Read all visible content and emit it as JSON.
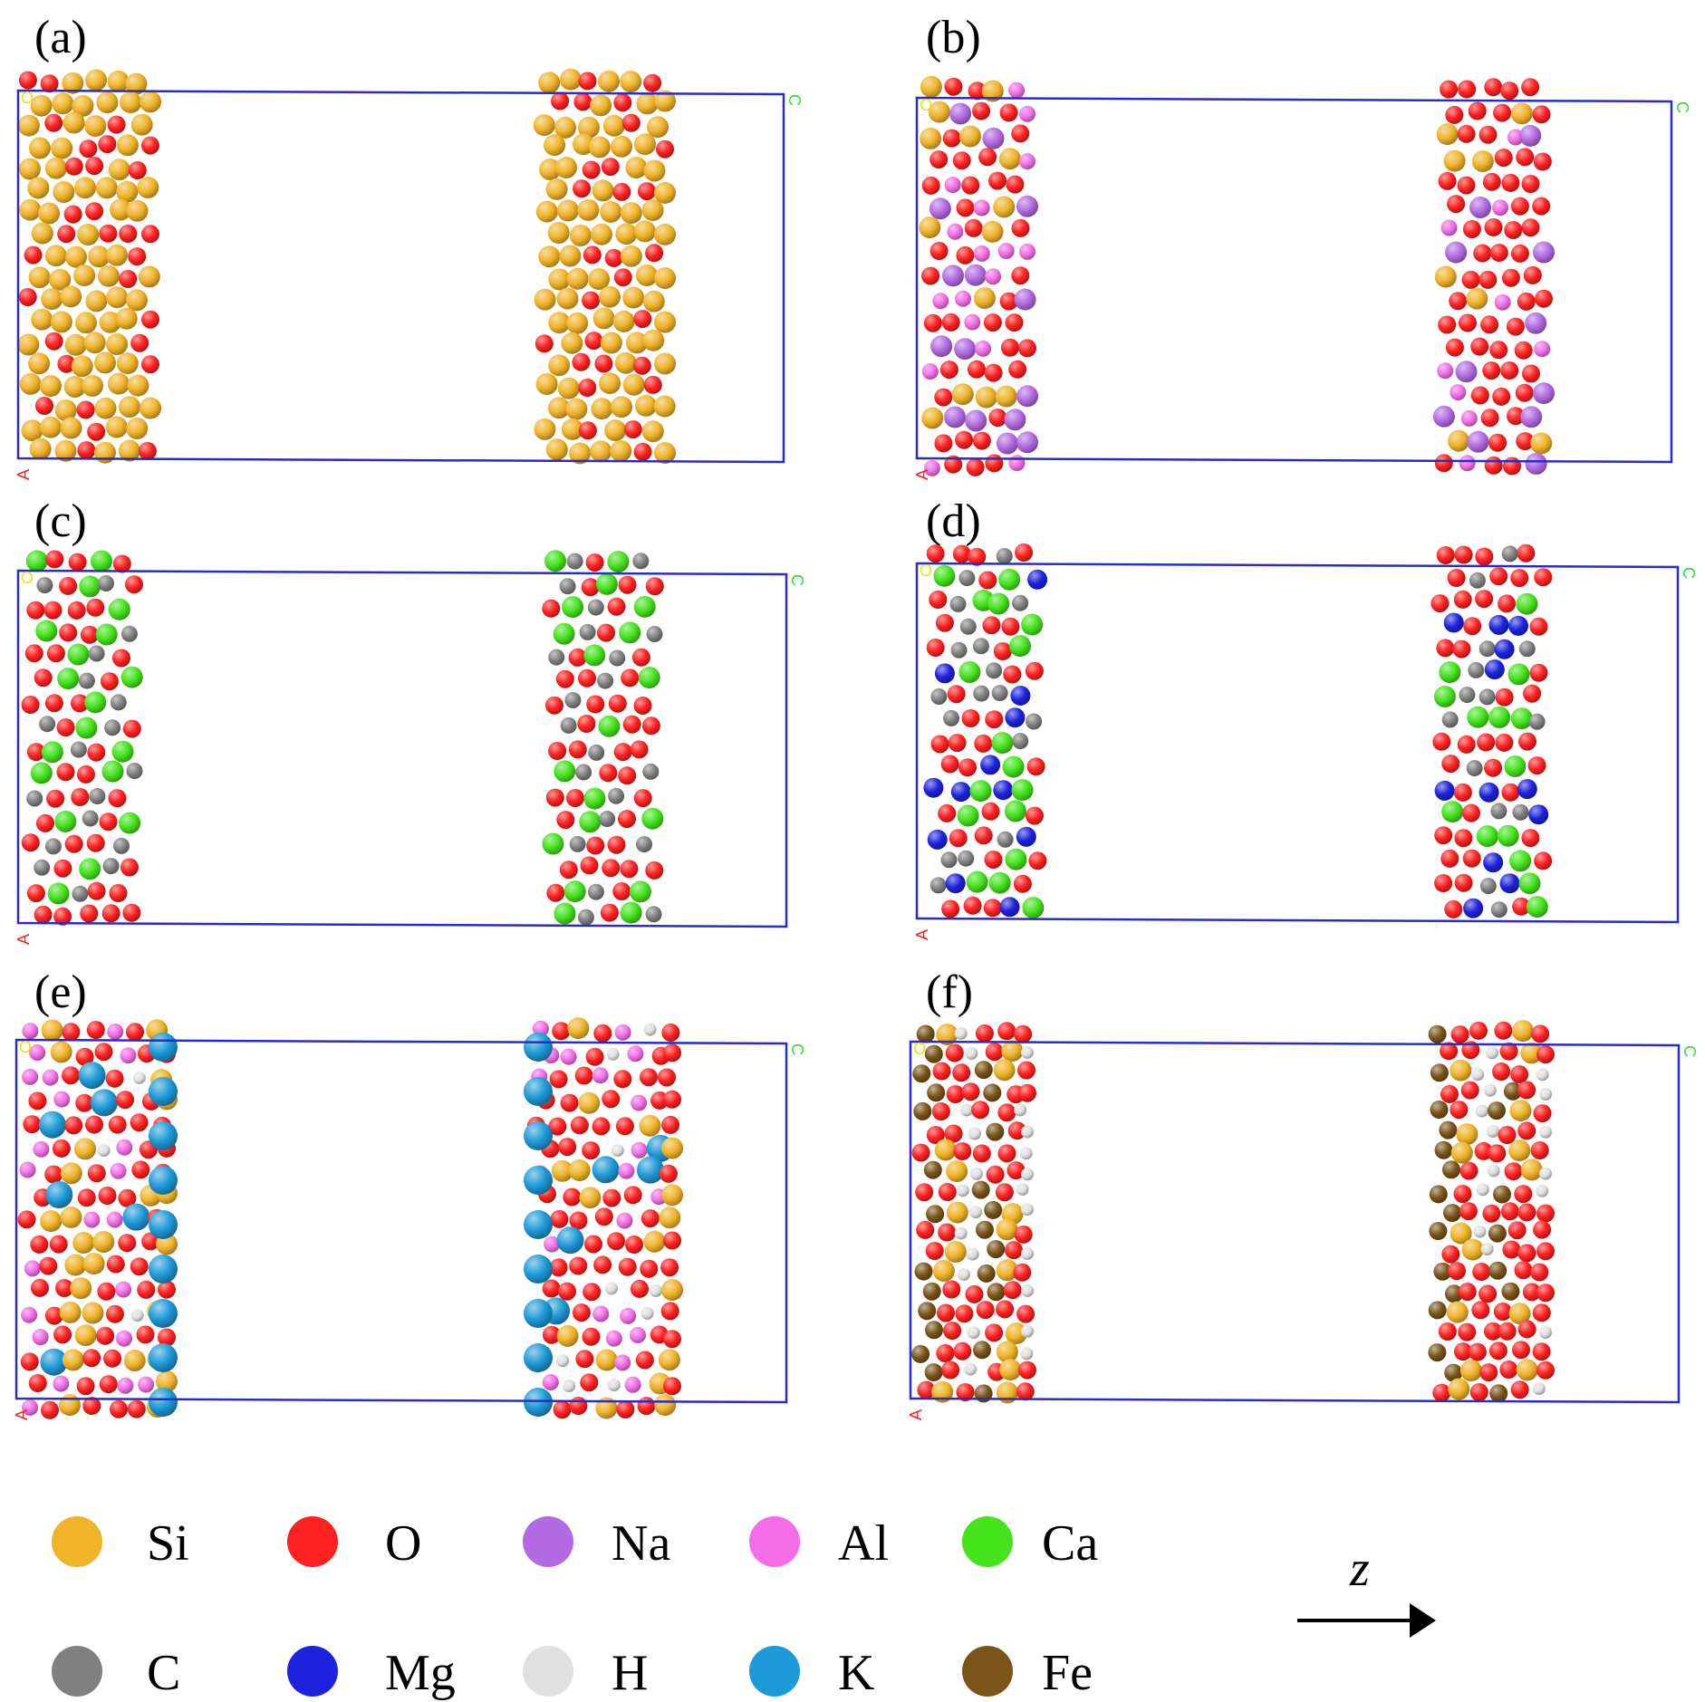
{
  "colors": {
    "Si": "#f0b429",
    "O": "#ff2020",
    "Na": "#b36ae2",
    "Al": "#f36ee6",
    "Ca": "#44e31c",
    "C": "#808080",
    "Mg": "#1d22dc",
    "H": "#e0e0e0",
    "K": "#1e9ad8",
    "Fe": "#7a5418",
    "cell": "#2b2bc8",
    "axis_a": "#ff2020",
    "axis_c": "#33dd33",
    "axis_o": "#e8e800"
  },
  "panels": [
    {
      "id": "a",
      "label": "(a)",
      "elements": [
        "Si",
        "O"
      ],
      "dominant": "Si",
      "style": "dense"
    },
    {
      "id": "b",
      "label": "(b)",
      "elements": [
        "Si",
        "O",
        "Na",
        "Al"
      ],
      "dominant": "O",
      "style": "mixed"
    },
    {
      "id": "c",
      "label": "(c)",
      "elements": [
        "Ca",
        "C",
        "O"
      ],
      "dominant": "Ca",
      "style": "diagonal"
    },
    {
      "id": "d",
      "label": "(d)",
      "elements": [
        "Ca",
        "Mg",
        "C",
        "O"
      ],
      "dominant": "O",
      "style": "zigzag"
    },
    {
      "id": "e",
      "label": "(e)",
      "elements": [
        "K",
        "Al",
        "Si",
        "O",
        "H"
      ],
      "dominant": "O",
      "style": "layered"
    },
    {
      "id": "f",
      "label": "(f)",
      "elements": [
        "Fe",
        "Si",
        "O",
        "H"
      ],
      "dominant": "O",
      "style": "columns"
    }
  ],
  "axis_labels": {
    "a": "A",
    "c": "C",
    "origin": "O"
  },
  "legend": [
    {
      "symbol": "Si"
    },
    {
      "symbol": "O"
    },
    {
      "symbol": "Na"
    },
    {
      "symbol": "Al"
    },
    {
      "symbol": "Ca"
    },
    {
      "symbol": "C"
    },
    {
      "symbol": "Mg"
    },
    {
      "symbol": "H"
    },
    {
      "symbol": "K"
    },
    {
      "symbol": "Fe"
    }
  ],
  "direction": {
    "label": "z"
  }
}
